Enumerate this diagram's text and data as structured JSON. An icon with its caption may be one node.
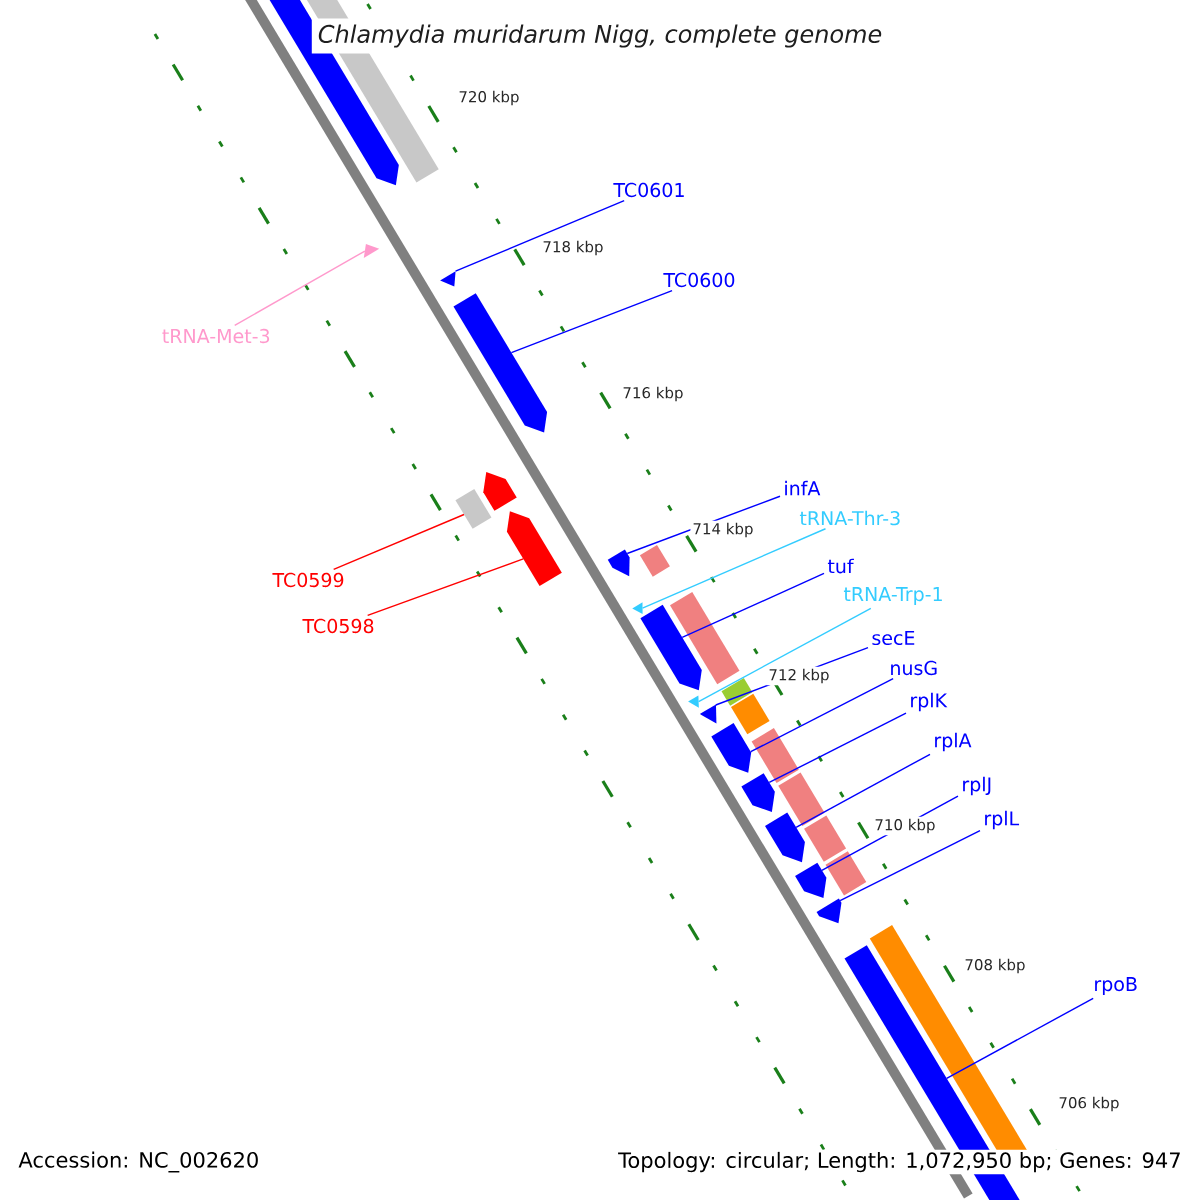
{
  "diagram": {
    "title": "Chlamydia muridarum Nigg, complete genome",
    "nodes": [
      {
        "text": [
          "TC0601"
        ]
      },
      {
        "text": [
          "TC0600"
        ]
      },
      {
        "text": [
          "tRNA-Met-3"
        ]
      },
      {
        "text": [
          "infA"
        ]
      },
      {
        "text": [
          "tRNA-Thr-3"
        ]
      },
      {
        "text": [
          "tuf"
        ]
      },
      {
        "text": [
          "TC0599"
        ]
      },
      {
        "text": [
          "tRNA-Trp-1"
        ]
      },
      {
        "text": [
          "TC0598"
        ]
      },
      {
        "text": [
          "secE"
        ]
      },
      {
        "text": [
          "nusG"
        ]
      },
      {
        "text": [
          "rplK"
        ]
      },
      {
        "text": [
          "rplA"
        ]
      },
      {
        "text": [
          "rplJ"
        ]
      },
      {
        "text": [
          "rplL"
        ]
      },
      {
        "text": [
          "rpoB"
        ]
      },
      {
        "text": [],
        "shape": "bar"
      },
      {
        "text": [],
        "shape": "bar"
      },
      {
        "text": [],
        "shape": "triangle"
      },
      {
        "text": [],
        "shape": "bar"
      },
      {
        "text": [],
        "shape": "triangle"
      },
      {
        "text": [],
        "shape": "bar"
      },
      {
        "text": [],
        "shape": "box"
      },
      {
        "text": [],
        "shape": "triangle"
      },
      {
        "text": [],
        "shape": "bar"
      },
      {
        "text": [],
        "shape": "bar"
      },
      {
        "text": [],
        "shape": "bar"
      },
      {
        "text": [],
        "shape": "bar"
      },
      {
        "text": [],
        "shape": "bar"
      },
      {
        "text": [],
        "shape": "bar"
      },
      {
        "text": [],
        "shape": "bar"
      },
      {
        "text": [],
        "shape": "bar"
      },
      {
        "text": [],
        "shape": "bar"
      }
    ],
    "edges": [
      {
        "from": 0,
        "to": 16,
        "arrow": "none"
      },
      {
        "from": 1,
        "to": 17,
        "arrow": "none"
      },
      {
        "from": 2,
        "to": 18,
        "arrow": "none",
        "color": "#ff99cc"
      },
      {
        "from": 3,
        "to": 19,
        "arrow": "none"
      },
      {
        "from": 4,
        "to": 20,
        "arrow": "none",
        "color": "#33ccff"
      },
      {
        "from": 5,
        "to": 21,
        "arrow": "none"
      },
      {
        "from": 6,
        "to": 22,
        "arrow": "none",
        "color": "#ff0000"
      },
      {
        "from": 7,
        "to": 23,
        "arrow": "none",
        "color": "#33ccff"
      },
      {
        "from": 8,
        "to": 24,
        "arrow": "none",
        "color": "#ff0000"
      },
      {
        "from": 9,
        "to": 25,
        "arrow": "none"
      },
      {
        "from": 10,
        "to": 26,
        "arrow": "none"
      },
      {
        "from": 11,
        "to": 27,
        "arrow": "none"
      },
      {
        "from": 12,
        "to": 28,
        "arrow": "none"
      },
      {
        "from": 13,
        "to": 29,
        "arrow": "none"
      },
      {
        "from": 14,
        "to": 30,
        "arrow": "none"
      },
      {
        "from": 15,
        "to": 31,
        "arrow": "none"
      }
    ],
    "labels": [
      "720 kbp",
      "718 kbp",
      "716 kbp",
      "714 kbp",
      "712 kbp",
      "710 kbp",
      "708 kbp",
      "706 kbp",
      "Accession: NC_002620",
      "Topology: circular; Length: 1,072,950 bp; Genes: 947"
    ]
  }
}
